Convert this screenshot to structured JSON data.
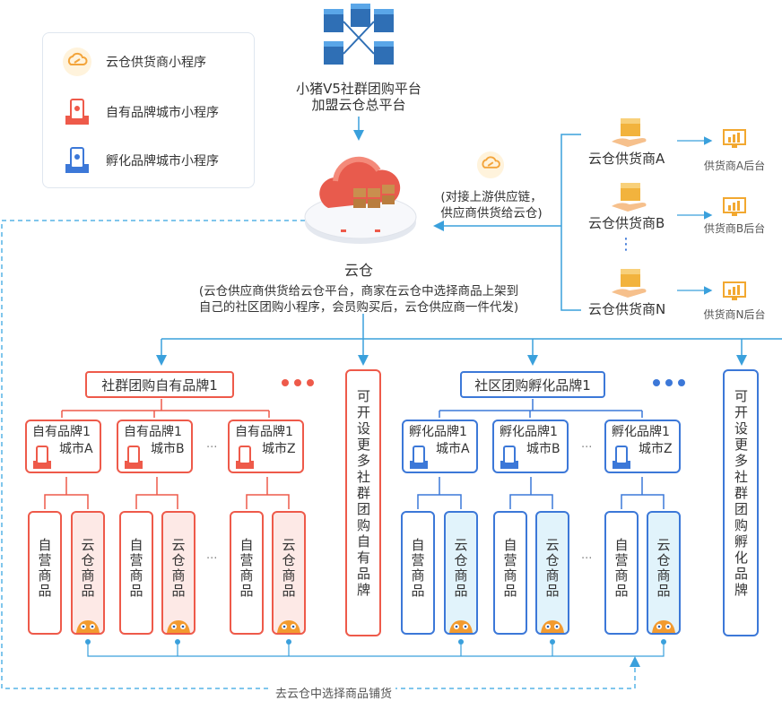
{
  "legend": [
    {
      "label": "云仓供货商小程序",
      "icon": "cloud-link-icon"
    },
    {
      "label": "自有品牌城市小程序",
      "icon": "red-brand-miniapp-icon"
    },
    {
      "label": "孵化品牌城市小程序",
      "icon": "blue-incubate-miniapp-icon"
    }
  ],
  "top": {
    "line1": "小猪V5社群团购平台",
    "line2": "加盟云仓总平台"
  },
  "cloud": {
    "label": "云仓",
    "desc1": "(云仓供应商供货给云仓平台，商家在云仓中选择商品上架到",
    "desc2": "自己的社区团购小程序，会员购买后，云仓供应商一件代发)"
  },
  "upstream": {
    "line1": "(对接上游供应链，",
    "line2": "供应商供货给云仓)"
  },
  "suppliers": [
    {
      "name": "云仓供货商A",
      "backend": "供货商A后台"
    },
    {
      "name": "云仓供货商B",
      "backend": "供货商B后台"
    },
    {
      "name": "云仓供货商N",
      "backend": "供货商N后台"
    }
  ],
  "supplier_dots": "⋮",
  "own_brand": {
    "title": "社群团购自有品牌1",
    "cities": [
      {
        "line1": "自有品牌1",
        "line2": "城市A"
      },
      {
        "line1": "自有品牌1",
        "line2": "城市B"
      },
      {
        "line1": "自有品牌1",
        "line2": "城市Z"
      }
    ],
    "more": "可开设更多社群团购自有品牌"
  },
  "incubate_brand": {
    "title": "社区团购孵化品牌1",
    "cities": [
      {
        "line1": "孵化品牌1",
        "line2": "城市A"
      },
      {
        "line1": "孵化品牌1",
        "line2": "城市B"
      },
      {
        "line1": "孵化品牌1",
        "line2": "城市Z"
      }
    ],
    "more": "可开设更多社群团购孵化品牌"
  },
  "goods": {
    "self": "自营商品",
    "cloud": "云仓商品"
  },
  "ellipsis": "...",
  "bottom_label": "去云仓中选择商品铺货",
  "colors": {
    "red": "#ee5a4a",
    "red_fill": "#fde9e6",
    "blue": "#3c78d8",
    "blue_fill": "#e1f3fb",
    "line": "#3aa0dc",
    "dash": "#56b3e6"
  }
}
